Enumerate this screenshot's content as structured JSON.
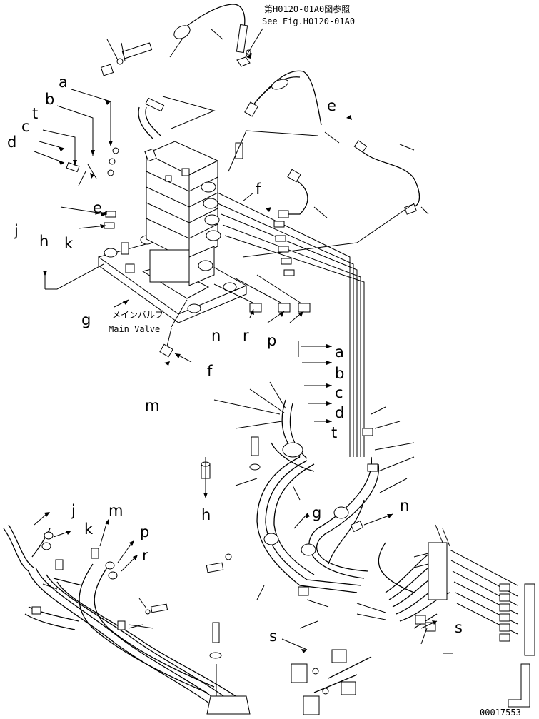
{
  "reference": {
    "jp": "第H0120-01A0図参照",
    "en": "See Fig.H0120-01A0"
  },
  "main_valve": {
    "jp": "メインバルブ",
    "en": "Main Valve"
  },
  "callouts": {
    "a1": "a",
    "b1": "b",
    "c1": "c",
    "d1": "d",
    "t1": "t",
    "e1": "e",
    "e2": "e",
    "f1": "f",
    "f2": "f",
    "j1": "j",
    "k1": "k",
    "h1": "h",
    "g1": "g",
    "n1": "n",
    "r1": "r",
    "p1": "p",
    "m1": "m",
    "a2": "a",
    "b2": "b",
    "c2": "c",
    "d2": "d",
    "t2": "t",
    "h2": "h",
    "g2": "g",
    "n2": "n",
    "j2": "j",
    "k2": "k",
    "m2": "m",
    "p2": "p",
    "r2": "r",
    "s1": "s",
    "s2": "s"
  },
  "drawing_number": "00017553"
}
